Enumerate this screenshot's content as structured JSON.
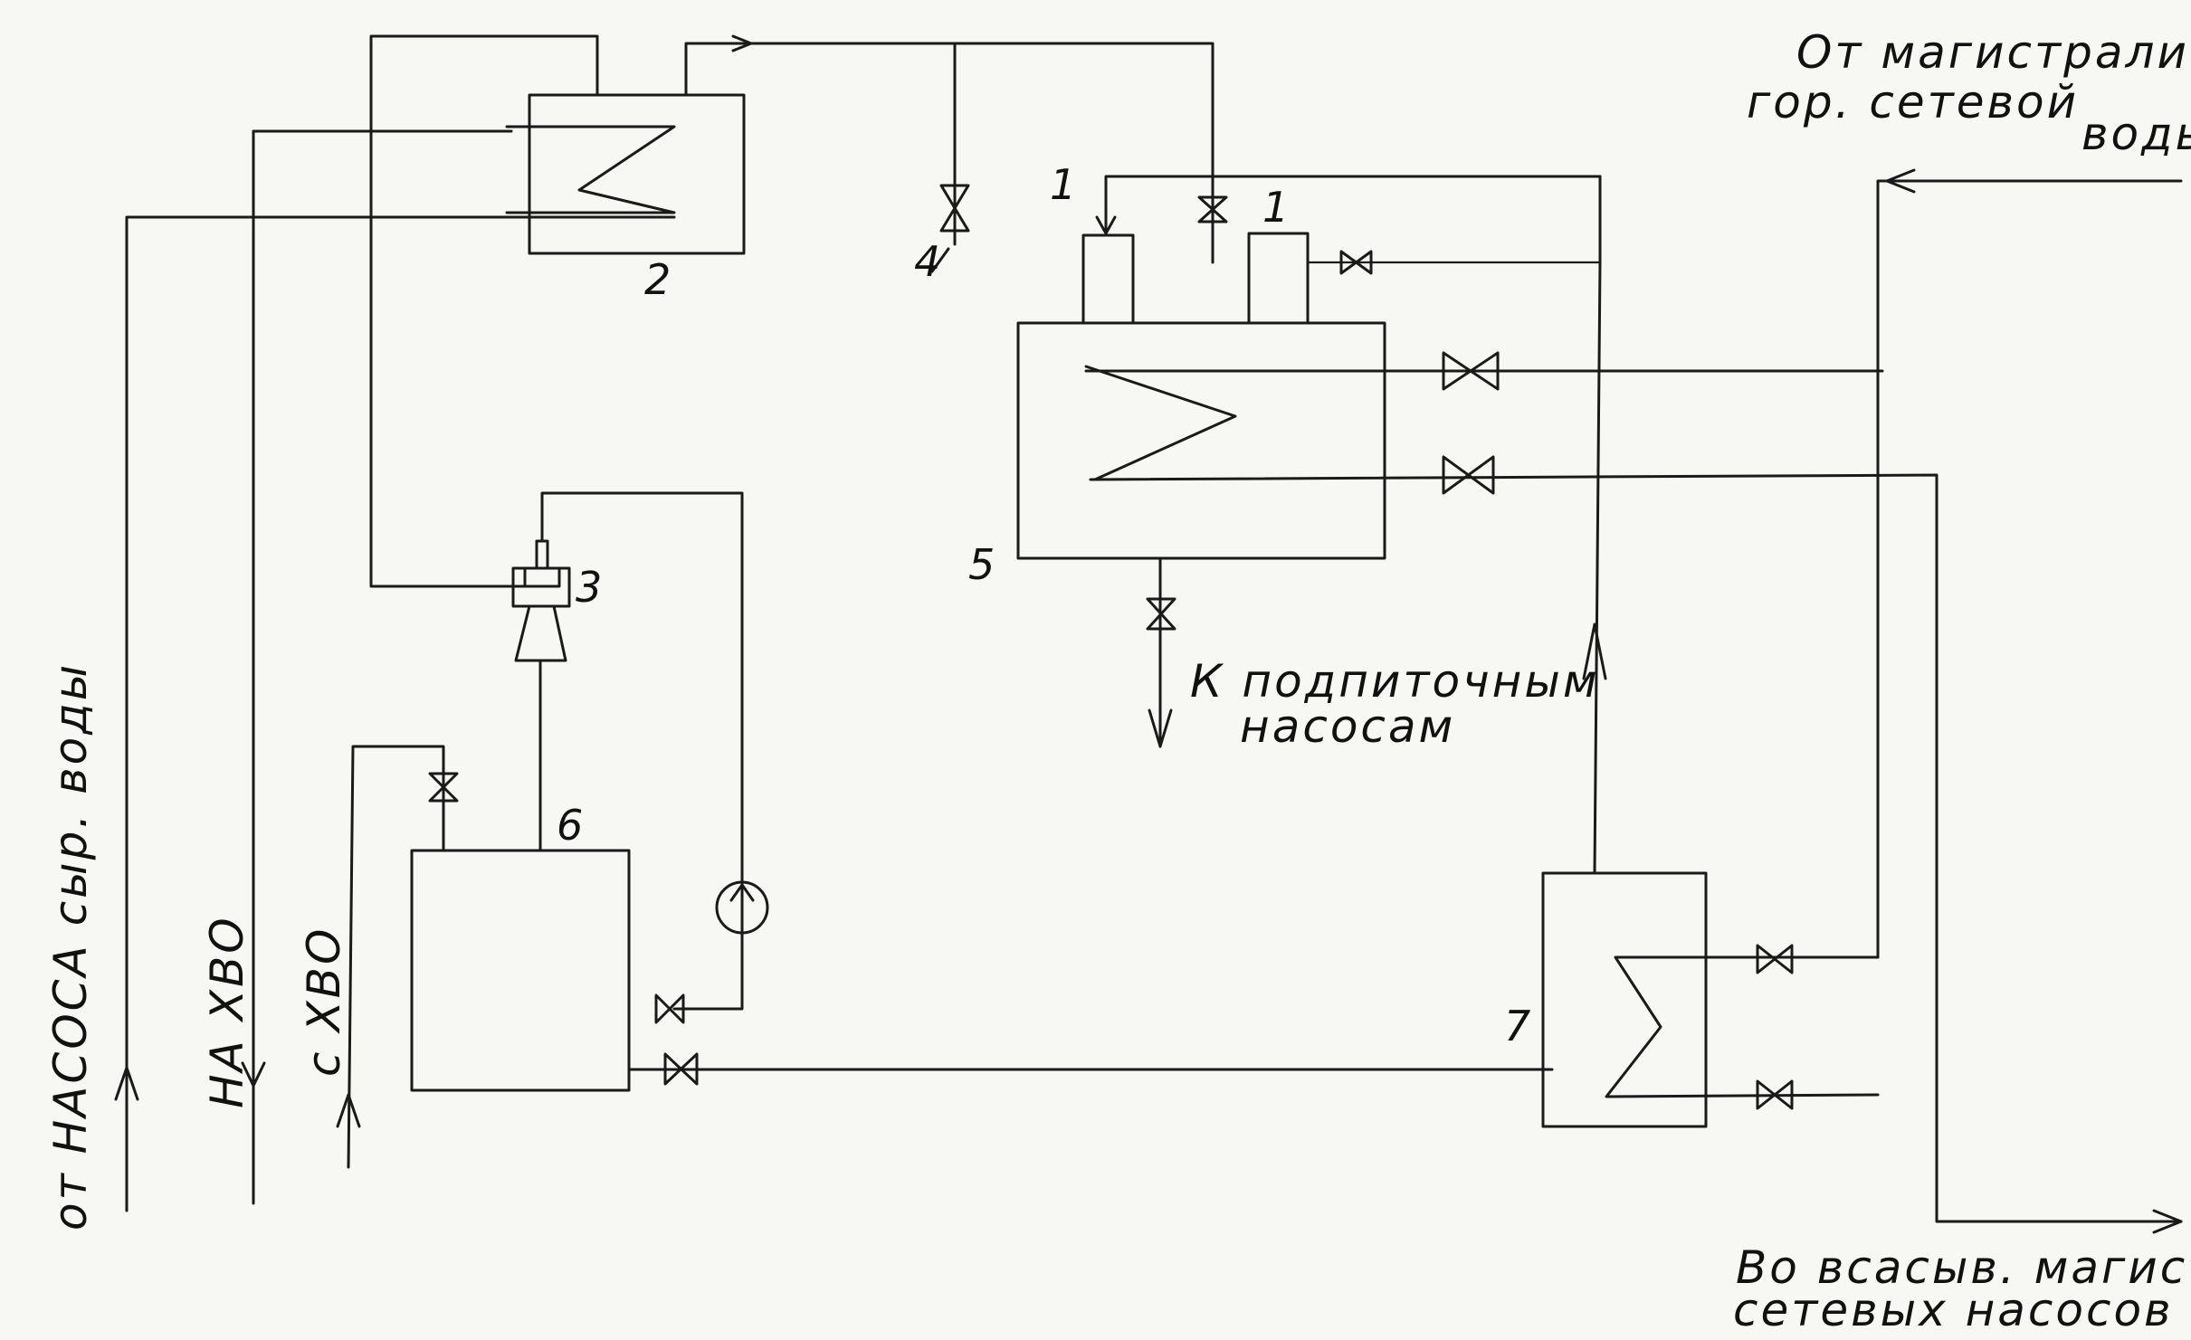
{
  "labels": {
    "n1a": "1",
    "n1b": "1",
    "n2": "2",
    "n3": "3",
    "n4": "4",
    "n5": "5",
    "n6": "6",
    "n7": "7"
  },
  "text": {
    "from_main_line1": "От магистрали",
    "from_main_line2": "гор. сетевой",
    "from_main_line3": "воды",
    "to_makeup_line1": "К подпиточным",
    "to_makeup_line2": "насосам",
    "from_raw_pump": "от НАСОСА сыр. воды",
    "to_hvo": "НА ХВО",
    "from_hvo": "с ХВО",
    "to_suction_line1": "Во всасыв. магистраль",
    "to_suction_line2": "сетевых насосов"
  },
  "colors": {
    "ink": "#1a1a1a",
    "paper": "#f7f7f4"
  }
}
